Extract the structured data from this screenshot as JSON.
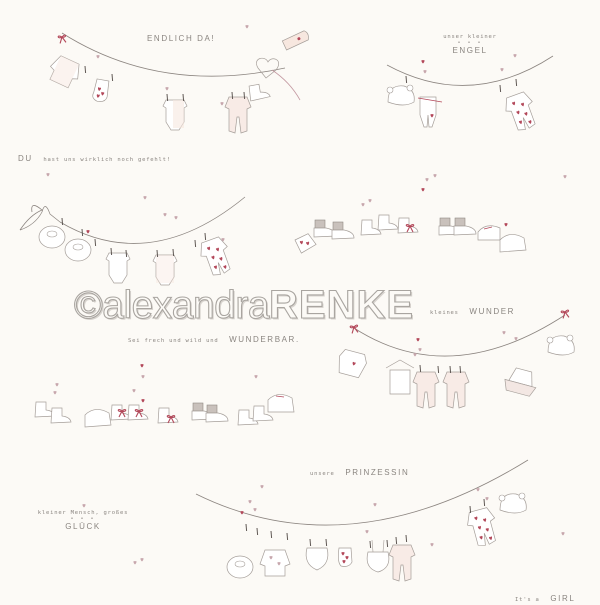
{
  "texts": {
    "endlich_da": "ENDLICH DA!",
    "engel_pre": "unser kleiner",
    "engel_dots": "• • •",
    "engel": "ENGEL",
    "du_hast_bold": "DU",
    "du_hast_rest": "hast uns wirklich noch gefehlt!",
    "wunderbar_pre": "Sei frech und wild und",
    "wunderbar": "WUNDERBAR.",
    "wunder_pre": "kleines",
    "wunder": "WUNDER",
    "prinzessin_pre": "unsere",
    "prinzessin": "PRINZESSIN",
    "glueck_pre": "kleiner Mensch, großes",
    "glueck_dots": "• • •",
    "glueck": "GLÜCK",
    "girl_pre": "It's a",
    "girl": "GIRL"
  },
  "watermark": {
    "symbol": "©",
    "light": "alexandra",
    "bold": "RENKE"
  },
  "illustrations": [
    {
      "name": "clothesline-endlich-da",
      "items": [
        "romper",
        "sock",
        "bodysuit",
        "pajama",
        "bootie",
        "cap",
        "heart-balloon"
      ]
    },
    {
      "name": "clothesline-engel",
      "items": [
        "hat",
        "overalls",
        "heart-romper"
      ]
    },
    {
      "name": "clothesline-wunderbar",
      "items": [
        "bib",
        "sweater",
        "bodysuit",
        "bodysuit",
        "heart-romper"
      ]
    },
    {
      "name": "booties-row-top",
      "items": [
        "heart-sock",
        "knit-booties",
        "bow-booties",
        "knit-booties",
        "lace-shoes",
        "strap-shoe"
      ]
    },
    {
      "name": "clothesline-kleines-wunder",
      "items": [
        "bodysuit",
        "overalls",
        "pajama",
        "pajama",
        "tutu-dress",
        "hat"
      ]
    },
    {
      "name": "booties-row-bottom",
      "items": [
        "booties",
        "strap-shoe",
        "bow-booties",
        "bow-bootie",
        "knit-booties",
        "booties",
        "lace-shoes"
      ]
    },
    {
      "name": "clothesline-prinzessin",
      "items": [
        "bib",
        "shirts",
        "bloomers",
        "mitten",
        "suspender-shorts",
        "overalls",
        "heart-romper",
        "hat"
      ]
    }
  ],
  "colors": {
    "background": "#fcfaf6",
    "text": "#8a8580",
    "line": "#8c8580",
    "accent_heart": "#b3485a",
    "pastel_pink": "#f3dcd6"
  }
}
